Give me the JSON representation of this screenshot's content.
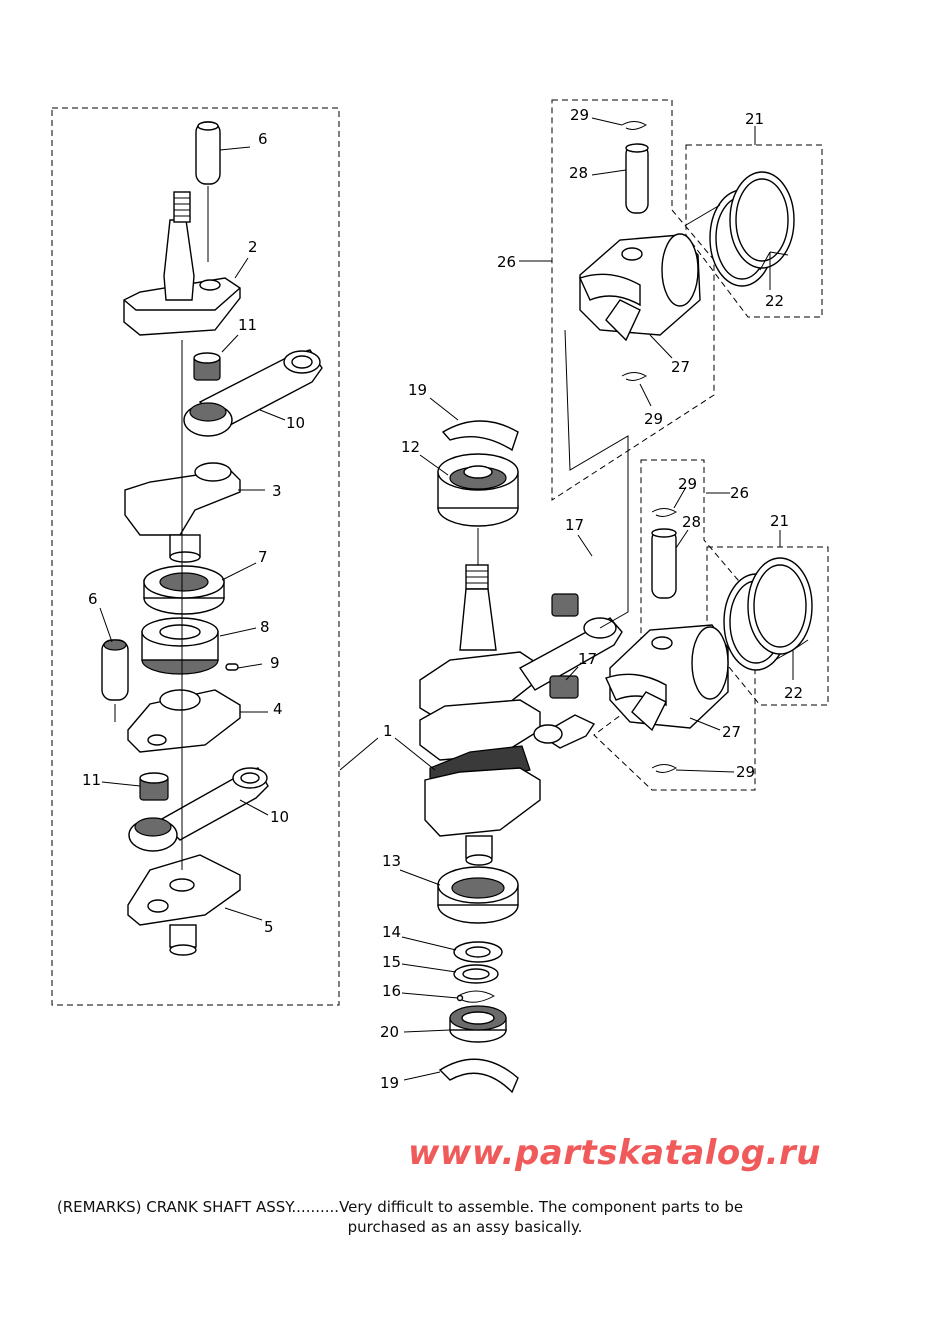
{
  "callouts": {
    "c1": "1",
    "c2": "2",
    "c3": "3",
    "c4": "4",
    "c5": "5",
    "c6a": "6",
    "c6b": "6",
    "c7": "7",
    "c8": "8",
    "c9": "9",
    "c10a": "10",
    "c10b": "10",
    "c11a": "11",
    "c11b": "11",
    "c12": "12",
    "c13": "13",
    "c14": "14",
    "c15": "15",
    "c16": "16",
    "c17a": "17",
    "c17b": "17",
    "c19a": "19",
    "c19b": "19",
    "c20": "20",
    "c21a": "21",
    "c21b": "21",
    "c22a": "22",
    "c22b": "22",
    "c26a": "26",
    "c26b": "26",
    "c27a": "27",
    "c27b": "27",
    "c28a": "28",
    "c28b": "28",
    "c29a": "29",
    "c29b": "29",
    "c29c": "29",
    "c29d": "29"
  },
  "watermark": "www.partskatalog.ru",
  "remarks": {
    "line1": "(REMARKS) CRANK SHAFT ASSY..........Very difficult to assemble. The component parts to be",
    "line2": "purchased as an assy basically."
  },
  "colors": {
    "watermark": "#f05a5a",
    "line": "#000000",
    "shade": "#6b6b6b"
  }
}
